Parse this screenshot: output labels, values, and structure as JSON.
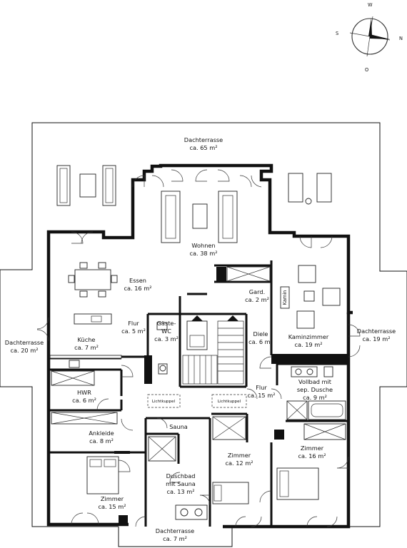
{
  "compass": {
    "n": "N",
    "s": "S",
    "w": "W",
    "o": "O"
  },
  "rooms": {
    "dachterrasse_top": {
      "name": "Dachterrasse",
      "area": "ca. 65 m²"
    },
    "dachterrasse_left": {
      "name": "Dachterrasse",
      "area": "ca. 20 m²"
    },
    "dachterrasse_right": {
      "name": "Dachterrasse",
      "area": "ca. 19 m²"
    },
    "dachterrasse_bottom": {
      "name": "Dachterrasse",
      "area": "ca. 7 m²"
    },
    "wohnen": {
      "name": "Wohnen",
      "area": "ca. 38 m²"
    },
    "essen": {
      "name": "Essen",
      "area": "ca. 16 m²"
    },
    "gard": {
      "name": "Gard.",
      "area": "ca. 2 m²"
    },
    "kamin": {
      "name": "Kamin"
    },
    "kaminzimmer": {
      "name": "Kaminzimmer",
      "area": "ca. 19 m²"
    },
    "flur_top": {
      "name": "Flur",
      "area": "ca. 5 m²"
    },
    "gaeste_wc": {
      "name1": "Gäste-",
      "name2": "WC",
      "area": "ca. 3 m²"
    },
    "kueche": {
      "name": "Küche",
      "area": "ca. 7 m²"
    },
    "diele": {
      "name": "Diele",
      "area": "ca. 6 m²"
    },
    "hwr": {
      "name": "HWR",
      "area": "ca. 6 m²"
    },
    "flur_mid": {
      "name": "Flur",
      "area": "ca. 15 m²"
    },
    "vollbad": {
      "name1": "Vollbad mit",
      "name2": "sep. Dusche",
      "area": "ca. 9 m²"
    },
    "ankleide": {
      "name": "Ankleide",
      "area": "ca. 8 m²"
    },
    "sauna": {
      "name": "Sauna"
    },
    "zimmer_mid": {
      "name": "Zimmer",
      "area": "ca. 12 m²"
    },
    "zimmer_right": {
      "name": "Zimmer",
      "area": "ca. 16 m²"
    },
    "duschbad": {
      "name1": "Duschbad",
      "name2": "mit Sauna",
      "area": "ca. 13 m²"
    },
    "zimmer_left": {
      "name": "Zimmer",
      "area": "ca. 15 m²"
    }
  },
  "skylights": {
    "left": "Lichtkuppel",
    "right": "Lichtkuppel"
  }
}
